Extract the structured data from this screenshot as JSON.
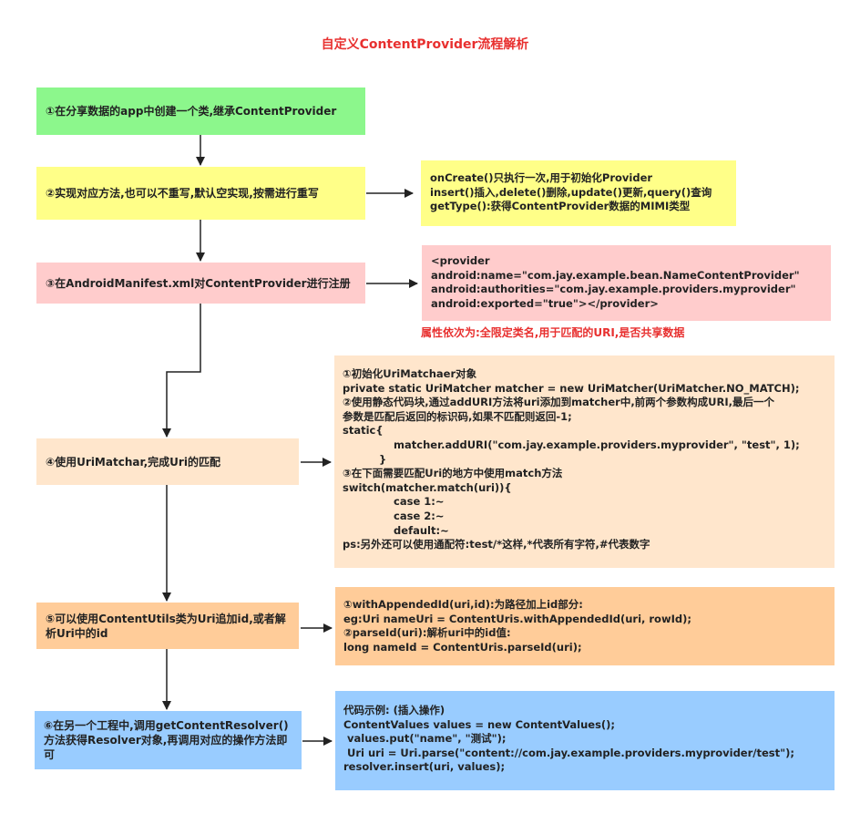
{
  "title": "自定义ContentProvider流程解析",
  "steps": [
    {
      "text": "①在分享数据的app中创建一个类,继承ContentProvider",
      "color": "#8cf78c"
    },
    {
      "text": "②实现对应方法,也可以不重写,默认空实现,按需进行重写",
      "color": "#ffff88"
    },
    {
      "text": "③在AndroidManifest.xml对ContentProvider进行注册",
      "color": "#ffcccc"
    },
    {
      "text": "④使用UriMatchar,完成Uri的匹配",
      "color": "#ffe6cc"
    },
    {
      "text": "⑤可以使用ContentUtils类为Uri追加id,或者解析Uri中的id",
      "color": "#ffcc99"
    },
    {
      "text": "⑥在另一个工程中,调用getContentResolver()方法获得Resolver对象,再调用对应的操作方法即可",
      "color": "#99ccff"
    }
  ],
  "details": [
    {
      "lines": [
        "onCreate()只执行一次,用于初始化Provider",
        "insert()插入,delete()删除,update()更新,query()查询",
        "getType():获得ContentProvider数据的MIMI类型"
      ],
      "color": "#ffff88"
    },
    {
      "lines": [
        "<provider",
        "android:name=\"com.jay.example.bean.NameContentProvider\"",
        "android:authorities=\"com.jay.example.providers.myprovider\"",
        "android:exported=\"true\"></provider>"
      ],
      "color": "#ffcccc"
    },
    {
      "lines": [
        "①初始化UriMatchaer对象",
        "private static UriMatcher matcher = new UriMatcher(UriMatcher.NO_MATCH);",
        "②使用静态代码块,通过addURI方法将uri添加到matcher中,前两个参数构成URI,最后一个",
        "参数是匹配后返回的标识码,如果不匹配则返回-1;",
        "static{",
        "              matcher.addURI(\"com.jay.example.providers.myprovider\", \"test\", 1);",
        "          }",
        "③在下面需要匹配Uri的地方中使用match方法",
        "switch(matcher.match(uri)){",
        "              case 1:~",
        "              case 2:~",
        "              default:~",
        "ps:另外还可以使用通配符:test/*这样,*代表所有字符,#代表数字"
      ],
      "color": "#ffe6cc"
    },
    {
      "lines": [
        "①withAppendedId(uri,id):为路径加上id部分:",
        "eg:Uri nameUri = ContentUris.withAppendedId(uri, rowId);",
        "②parseId(uri):解析uri中的id值:",
        "long nameId = ContentUris.parseId(uri);"
      ],
      "color": "#ffcc99"
    },
    {
      "lines": [
        "代码示例: (插入操作)",
        "ContentValues values = new ContentValues();",
        " values.put(\"name\", \"测试\");",
        " Uri uri = Uri.parse(\"content://com.jay.example.providers.myprovider/test\");",
        "resolver.insert(uri, values);"
      ],
      "color": "#99ccff"
    }
  ],
  "note": "属性依次为:全限定类名,用于匹配的URI,是否共享数据"
}
